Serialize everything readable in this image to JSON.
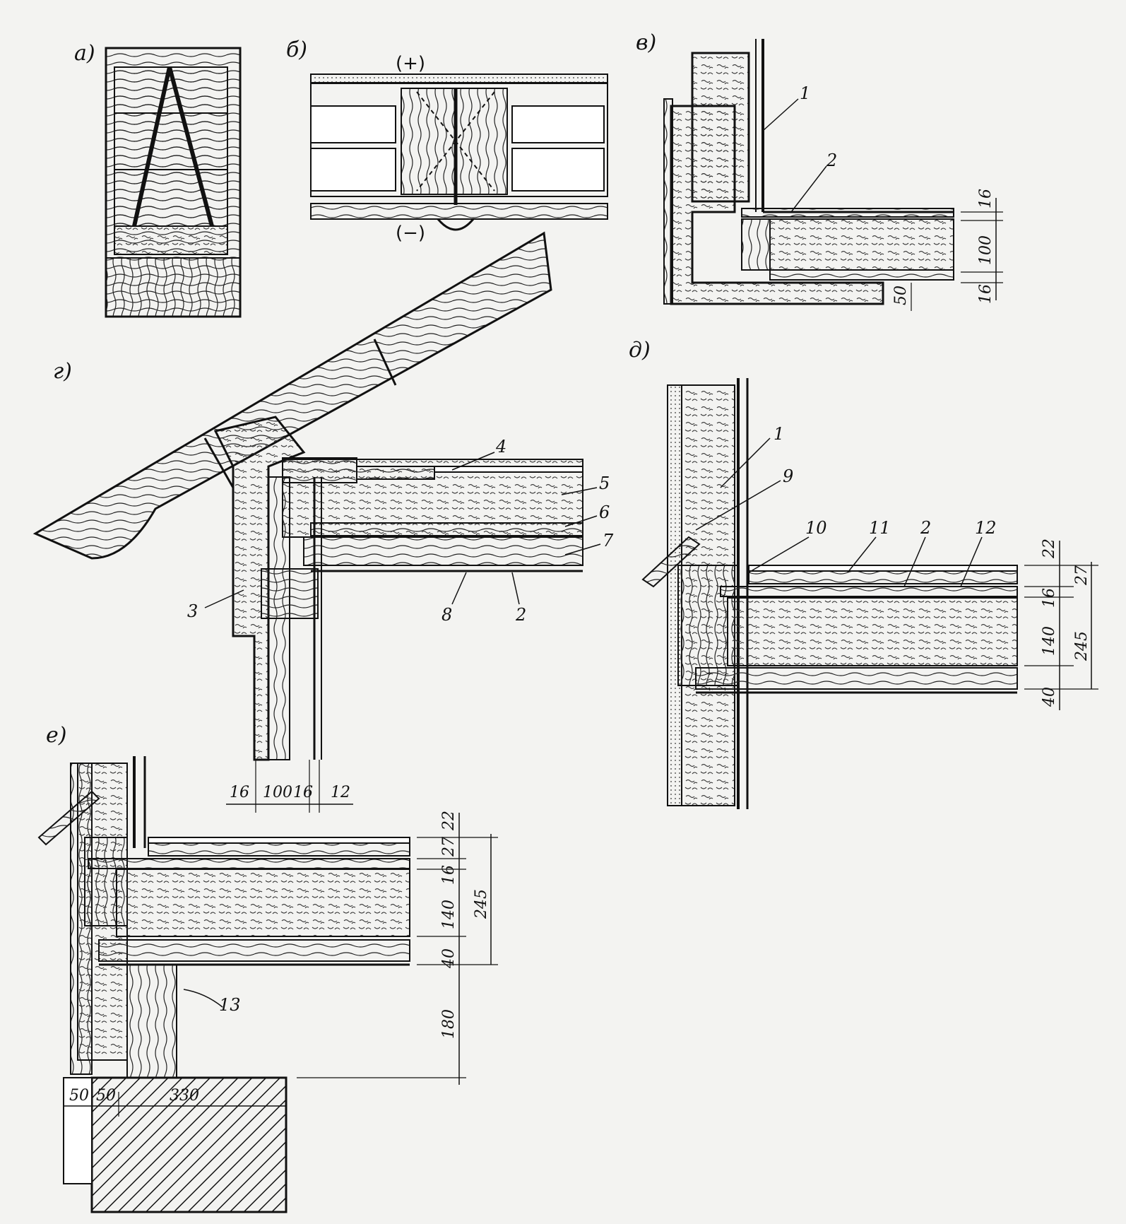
{
  "figures": {
    "a": "а)",
    "b": "б)",
    "v": "в)",
    "g": "г)",
    "d": "д)",
    "e": "е)"
  },
  "panel_b": {
    "plus": "(+)",
    "minus": "(−)"
  },
  "callouts_v": [
    "1",
    "2"
  ],
  "dims_v": [
    "16",
    "100",
    "16",
    "50"
  ],
  "callouts_g": [
    "4",
    "5",
    "6",
    "7",
    "3",
    "8",
    "2"
  ],
  "dims_g": [
    "16",
    "100",
    "16",
    "12"
  ],
  "callouts_d": [
    "1",
    "9",
    "10",
    "11",
    "2",
    "12"
  ],
  "dims_d": [
    "22",
    "27",
    "16",
    "140",
    "245",
    "40"
  ],
  "callout_e": "13",
  "dims_e": [
    "22",
    "27",
    "16",
    "140",
    "245",
    "40",
    "180",
    "50",
    "50",
    "330"
  ],
  "colors": {
    "ink": "#111111",
    "paper": "#f3f3f1"
  }
}
